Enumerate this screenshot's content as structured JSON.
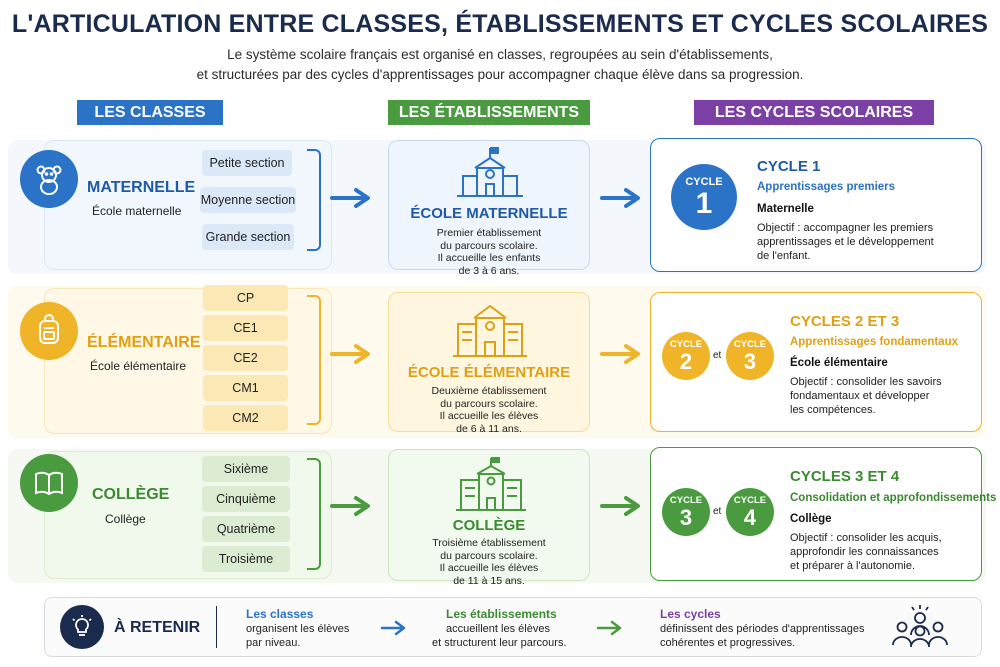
{
  "header": {
    "title": "L'ARTICULATION ENTRE CLASSES, ÉTABLISSEMENTS ET CYCLES SCOLAIRES",
    "subtitle_line1": "Le système scolaire français est organisé en classes, regroupées au sein d'établissements,",
    "subtitle_line2": "et structurées par des cycles d'apprentissages pour accompagner chaque élève dans sa progression."
  },
  "columns": {
    "classes": "LES CLASSES",
    "etablissements": "LES ÉTABLISSEMENTS",
    "cycles": "LES CYCLES SCOLAIRES"
  },
  "colors": {
    "blue": "#2b73c7",
    "yellow": "#f0b429",
    "green": "#4a9b3f",
    "purple": "#7b3fa6"
  },
  "rows": {
    "maternelle": {
      "icon": "teddy-bear-icon",
      "name": "MATERNELLE",
      "sub": "École maternelle",
      "classes": [
        "Petite section",
        "Moyenne section",
        "Grande section"
      ],
      "etab_icon": "school-building-icon",
      "etab_name": "ÉCOLE MATERNELLE",
      "etab_desc": [
        "Premier établissement",
        "du parcours scolaire.",
        "Il accueille les enfants",
        "de 3 à 6 ans."
      ],
      "cycle_badges": [
        {
          "label": "CYCLE",
          "num": "1"
        }
      ],
      "cycle_title": "CYCLE 1",
      "cycle_sub": "Apprentissages premiers",
      "cycle_level": "Maternelle",
      "cycle_obj": [
        "Objectif : accompagner les premiers",
        "apprentissages et le développement",
        "de l'enfant."
      ]
    },
    "elementaire": {
      "icon": "backpack-icon",
      "name": "ÉLÉMENTAIRE",
      "sub": "École élémentaire",
      "classes": [
        "CP",
        "CE1",
        "CE2",
        "CM1",
        "CM2"
      ],
      "etab_icon": "school-building-icon",
      "etab_name": "ÉCOLE ÉLÉMENTAIRE",
      "etab_desc": [
        "Deuxième établissement",
        "du parcours scolaire.",
        "Il accueille les élèves",
        "de 6 à 11 ans."
      ],
      "cycle_badges": [
        {
          "label": "CYCLE",
          "num": "2"
        },
        {
          "label": "CYCLE",
          "num": "3"
        }
      ],
      "cycle_and": "et",
      "cycle_title": "CYCLES 2 ET 3",
      "cycle_sub": "Apprentissages fondamentaux",
      "cycle_level": "École élémentaire",
      "cycle_obj": [
        "Objectif : consolider les savoirs",
        "fondamentaux et développer",
        "les compétences."
      ]
    },
    "college": {
      "icon": "book-icon",
      "name": "COLLÈGE",
      "sub": "Collège",
      "classes": [
        "Sixième",
        "Cinquième",
        "Quatrième",
        "Troisième"
      ],
      "etab_icon": "school-building-icon",
      "etab_name": "COLLÈGE",
      "etab_desc": [
        "Troisième établissement",
        "du parcours scolaire.",
        "Il accueille les élèves",
        "de 11 à 15 ans."
      ],
      "cycle_badges": [
        {
          "label": "CYCLE",
          "num": "3"
        },
        {
          "label": "CYCLE",
          "num": "4"
        }
      ],
      "cycle_and": "et",
      "cycle_title": "CYCLES 3 ET 4",
      "cycle_sub": "Consolidation et approfondissements",
      "cycle_level": "Collège",
      "cycle_obj": [
        "Objectif : consolider les acquis,",
        "approfondir les connaissances",
        "et préparer à l'autonomie."
      ]
    }
  },
  "footer": {
    "icon": "lightbulb-icon",
    "label": "À RETENIR",
    "classes_title": "Les classes",
    "classes_text": [
      "organisent les élèves",
      "par niveau."
    ],
    "etab_title": "Les établissements",
    "etab_text": [
      "accueillent les élèves",
      "et structurent leur parcours."
    ],
    "cycles_title": "Les cycles",
    "cycles_text": [
      "définissent des périodes d'apprentissages",
      "cohérentes et progressives."
    ],
    "people_icon": "group-people-icon"
  }
}
